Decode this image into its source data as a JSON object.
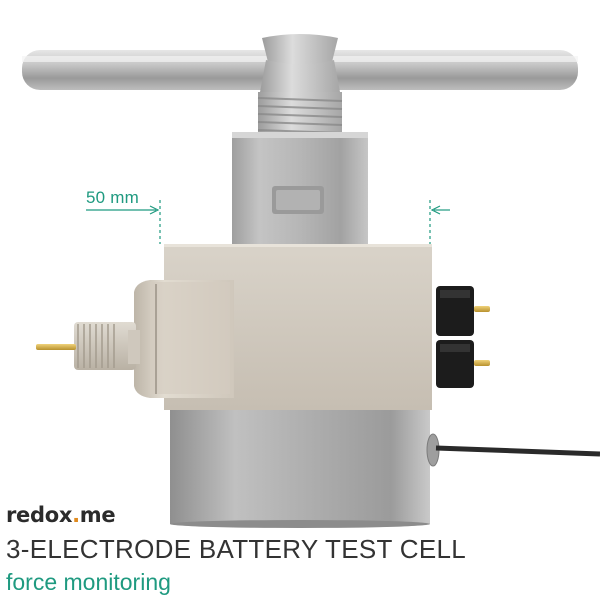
{
  "product_image": {
    "dimension_label": "50 mm",
    "accent_color": "#1f9a80"
  },
  "brand": {
    "part1": "redox",
    "dot": ".",
    "part2": "me",
    "dot_color": "#e08a1e"
  },
  "caption": {
    "title": "3-ELECTRODE BATTERY TEST CELL",
    "subtitle": "force monitoring"
  }
}
